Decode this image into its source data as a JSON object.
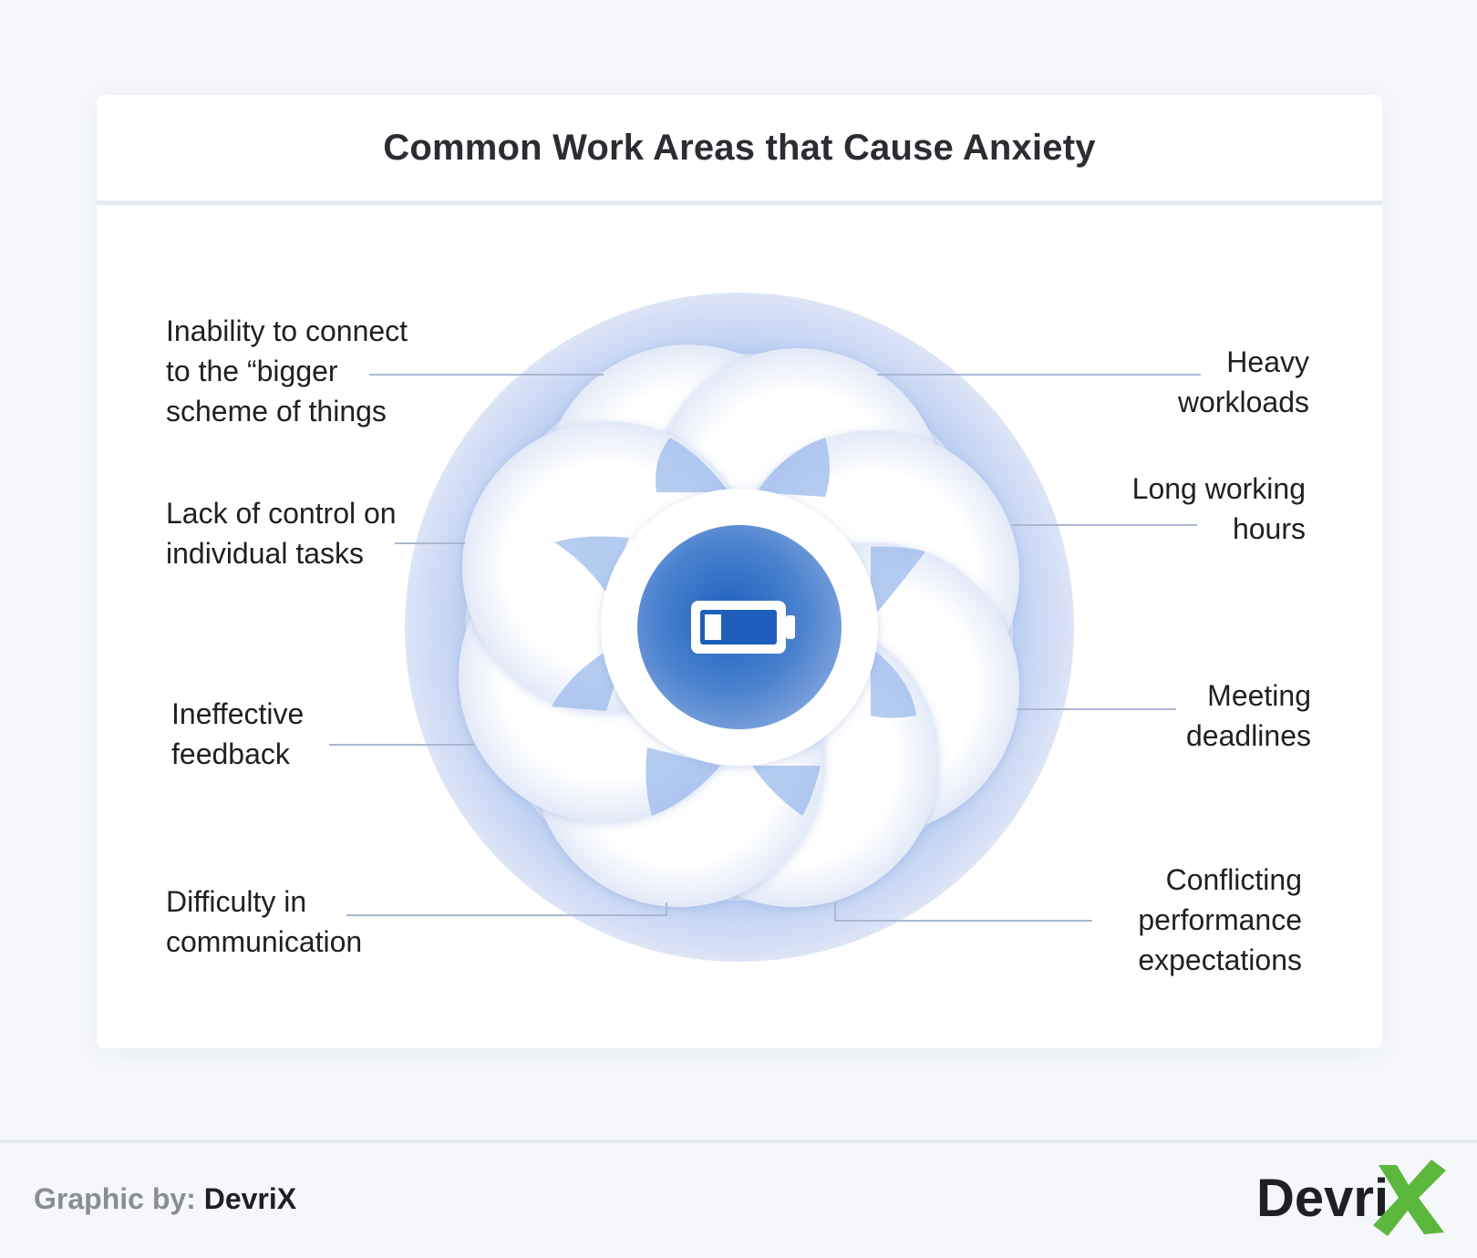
{
  "title": "Common Work Areas that Cause Anxiety",
  "center_icon": "battery-low-icon",
  "items_left": [
    {
      "text": "Inability to connect\nto the “bigger\nscheme of things"
    },
    {
      "text": "Lack of control on\nindividual tasks"
    },
    {
      "text": "Ineffective\nfeedback"
    },
    {
      "text": "Difficulty in\ncommunication"
    }
  ],
  "items_right": [
    {
      "text": "Heavy\nworkloads"
    },
    {
      "text": "Long working\nhours"
    },
    {
      "text": "Meeting\ndeadlines"
    },
    {
      "text": "Conflicting\nperformance\nexpectations"
    }
  ],
  "footer": {
    "credit_label": "Graphic by:",
    "credit_name": "DevriX",
    "logo_text": "Devri",
    "logo_mark": "X"
  },
  "colors": {
    "accent_blue": "#2f6cc2",
    "ring_blue": "#cfdaf3",
    "connector": "#aab7d1",
    "logo_green": "#5cb83c",
    "background": "#f5f7fb"
  }
}
